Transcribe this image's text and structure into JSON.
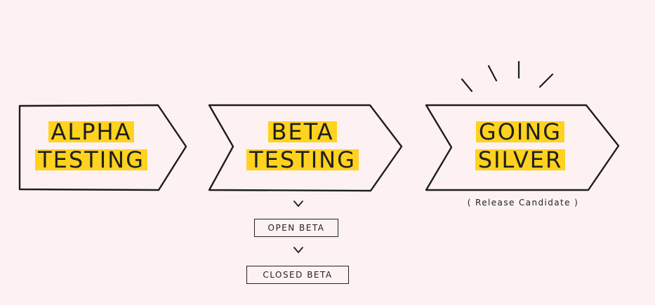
{
  "stages": [
    {
      "line1": "ALPHA",
      "line2": "TESTING"
    },
    {
      "line1": "BETA",
      "line2": "TESTING"
    },
    {
      "line1": "GOING",
      "line2": "SILVER"
    }
  ],
  "release_note": "( Release Candidate )",
  "beta_types": {
    "open": "OPEN BETA",
    "closed": "CLOSED BETA"
  },
  "colors": {
    "background": "#fdf2f1",
    "highlight": "#ffd21f",
    "ink": "#1f1f1f"
  },
  "icons": {
    "stage_shape": "chevron-arrow-shape",
    "connector": "chevron-down-icon",
    "emphasis": "burst-lines-icon"
  }
}
